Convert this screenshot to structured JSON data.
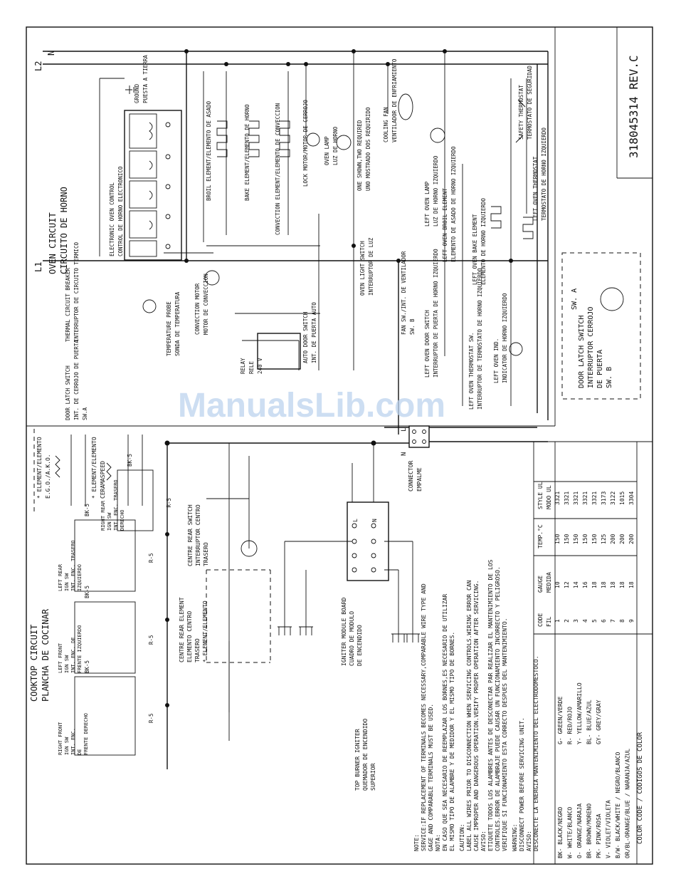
{
  "doc_number": "318045314 REV.C",
  "watermark": "ManualsLib.com",
  "power": {
    "l1": "L1",
    "l2": "L2",
    "n": "N"
  },
  "oven_circuit": {
    "title": "OVEN CIRCUIT",
    "title_es": "CIRCUITO DE HORNO",
    "components": [
      "DOOR LATCH SWITCH",
      "INT. DE CERROJO DE PUERTA",
      "SW.A",
      "THERMAL CIRCUIT BREAKER",
      "INTERRUPTOR DE CIRCUITO TERMICO",
      "ELECTRONIC OVEN CONTROL",
      "CONTROL DE HORNO ELECTRONICO",
      "TEMPERATURE PROBE",
      "SONDA DE TEMPERATURA",
      "CONVECTION MOTOR",
      "MOTOR DE CONVECCION",
      "RELAY",
      "RELE",
      "240 V",
      "AUTO DOOR SWITCH",
      "INT. DE PUERTA AUTO",
      "OVEN LIGHT SWITCH",
      "INTERRUPTOR DE LUZ",
      "BROIL ELEMENT/ELEMENTO DE ASADO",
      "BAKE ELEMENT/ELEMENTO DE HORNO",
      "CONVECTION ELEMENT/ELEMENTO DE CONVECCION",
      "LOCK MOTOR/MOTOR DE CERROJO",
      "OVEN LAMP",
      "LUZ DE HORNO",
      "ONE SHOWN,TWO REQUIRED",
      "UNO MOSTRADO DOS REQUIRIDO",
      "COOLING FAN",
      "VENTILADOR DE ENFRIAMIENTO",
      "GROUND",
      "PUESTA A TIERRA",
      "FAN SW./INT. DE VENTILADOR",
      "SW. B",
      "LEFT OVEN DOOR SWITCH",
      "INTERRUPTOR DE PUERTA DE HORNO IZQUIERDO",
      "LEFT OVEN LAMP",
      "LUZ DE HORNO IZQUIERDO",
      "LEFT OVEN BROIL ELEMENT",
      "ELEMENTO DE ASADO DE HORNO IZQUIERDO",
      "LEFT OVEN BAKE ELEMENT",
      "ELEMENTO DE HORNO IZQUIERDO",
      "LEFT OVEN IND.",
      "INDICATOR DE HORNO IZQUIERDO",
      "LEFT OVEN THERMOSTAT SW.",
      "INTERRUPTOR DE TERMOSTATO DE HORNO IZQUIERDO",
      "SAFETY THERMOSTAT",
      "TERMOSTATO DE SEGURIDAD",
      "LEFT OVEN THERMOSTAT",
      "TERMOSTATO DE HORNO IZQUIERDO"
    ],
    "door_latch_box": [
      "DOOR LATCH SWITCH",
      "INTERRUPTOR CERROJO",
      "DE PUERTA",
      "SW. B",
      "SW. A"
    ]
  },
  "connector": {
    "label": "CONNECTOR",
    "label_es": "EMPALME",
    "terminals": [
      "L",
      "N"
    ]
  },
  "cooktop_circuit": {
    "title": "COOKTOP CIRCUIT",
    "title_es": "PLANCHA DE COCINAR",
    "switches": [
      {
        "lines": [
          "RIGHT FRONT",
          "IGN SW",
          "INT. ENC.",
          "DE",
          "FRENTE DERECHO"
        ],
        "wire": "BK-5",
        "out": "R-5"
      },
      {
        "lines": [
          "LEFT FRONT",
          "IGN SW",
          "INT. ENC. DE",
          "FRENTE IZQUIERDO"
        ],
        "wire": "BK-5",
        "out": "R-5"
      },
      {
        "lines": [
          "LEFT REAR",
          "IGN SW",
          "INT. ENC. TRASERO",
          "IZQUIERDO"
        ],
        "wire": "BK-5",
        "out": "R-5"
      },
      {
        "lines": [
          "RIGHT REAR",
          "IGN SW",
          "INT. ENC. TRASERO",
          "DERECHO"
        ],
        "wire": "BK-5",
        "out": "R-5"
      }
    ],
    "centre_rear_element": [
      "CENTRE REAR ELEMENT",
      "ELEMENTO CENTRO",
      "TRASERO",
      "* ELEMENT/ELEMENTO"
    ],
    "centre_rear_switch": [
      "CENTRE REAR SWITCH",
      "INTERRUPTOR CENTRO",
      "TRASERO"
    ],
    "igniter_module": [
      "IGNITER MODULE BOARD",
      "CUADRO DE MODULO",
      "DE ENCENDIDO"
    ],
    "top_burner_igniter": [
      "TOP BURNER IGNITER",
      "QUEMADOR DE ENCENDIDO",
      "SUPERIOR"
    ],
    "legend": [
      "* ELEMENT/ELEMENTO",
      "E.G.O./A.K.O.",
      "* ELEMENT/ELEMENTO",
      "CERAMASPEED"
    ]
  },
  "notes": [
    "NOTE:",
    "SERVICE:IF REPLACEMENT OF TERMINALS BECOMES NECESSARY,COMPARABLE WIRE TYPE AND",
    "GAGE AND COMPARABLE TERMINALS MUST BE USED.",
    "NOTA:",
    "EN CASO QUE SEA NECESARIO DE REEMPLAZAR LOS BORNES,ES NECESARIO DE UTILIZAR",
    "EL MISMO TIPO DE ALAMBRE Y DE MEDIDOR Y EL MISMO TIPO DE BORNES.",
    "CAUTION:",
    "LABEL ALL WIRES PRIOR TO DISCONNECTION WHEN SERVICING CONTROLS.WIRING ERROR CAN",
    "CAUSE IMPROPER AND DANGEROUS OPERATION.VERIFY PROPER OPERATION AFTER SERVICING.",
    "AVISO:",
    "ETIQUETE TODOS LOS ALAMBRES ANTES DE DESCONECTAR PAR REALIZAR EL MANTENIMIENTO DE LOS",
    "CONTROLES.ERROR DE ALAMBRAJE PUEDE CAUSAR UN FUNCIONAMIENTO INCORRECTO Y PELIGROSO.",
    "VERIFIQUE SI FUNCIONAMIENTO ESTA CORRECTO DESPUES DEL MANTENIMIENTO.",
    "WARNING:",
    "DISCONNECT POWER BEFORE SERVICING UNIT.",
    "AVISO:",
    "DESCONECTE LA ENERGIA MANTENIMIENTO DEL ELECTRODOMESTOCO."
  ],
  "color_codes": {
    "title": "COLOR CODE / CODIGOS DE COLOR",
    "col1": [
      "BK- BLACK/NEGRO",
      "W- WHITE/BLANCO",
      "O- ORANGE/NARAJA",
      "BR- BROWN/MORENO",
      "PK- PINK/ROSA",
      "V- VIOLET/VIOLETA",
      "B/W- BLACK/WHITE / NEGRO/BLANCO",
      "OR/BL-ORANGE/BLUE / NARANJA/AZUL"
    ],
    "col2": [
      "G- GREEN/VERDE",
      "R- RED/ROJO",
      "Y- YELLOW/AMARILLO",
      "BL- BLUE/AZUL",
      "GY- GREY/GRAY",
      "",
      "",
      ""
    ]
  },
  "gauge_table": {
    "headers": [
      "CODE",
      "GAUGE",
      "TEMP.°C",
      "STYLE UL"
    ],
    "subheaders": [
      "FIL",
      "MEDIDA",
      "",
      "MODO UL"
    ],
    "rows": [
      [
        "1",
        "10",
        "150",
        "3321"
      ],
      [
        "2",
        "12",
        "150",
        "3321"
      ],
      [
        "3",
        "14",
        "150",
        "3321"
      ],
      [
        "4",
        "16",
        "150",
        "3321"
      ],
      [
        "5",
        "18",
        "150",
        "3321"
      ],
      [
        "6",
        "18",
        "125",
        "3173"
      ],
      [
        "7",
        "18",
        "200",
        "3122"
      ],
      [
        "8",
        "18",
        "200",
        "1015"
      ],
      [
        "9",
        "18",
        "200",
        "3304"
      ]
    ]
  }
}
